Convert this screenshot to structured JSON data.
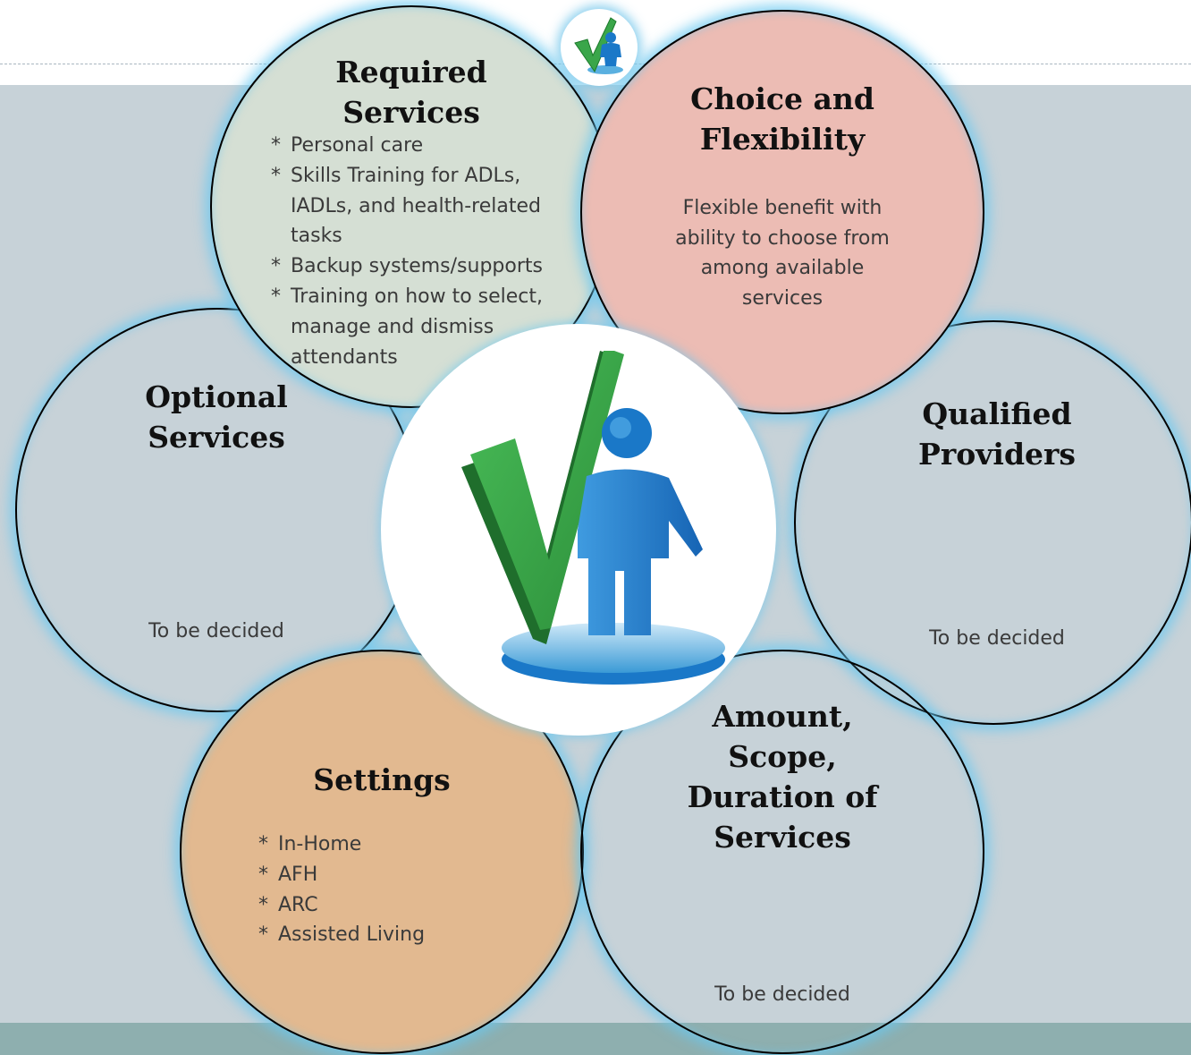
{
  "center_icon": "checkmark-person-icon",
  "small_icon": "checkmark-person-icon",
  "colors": {
    "panel": "#c7d2d8",
    "footer": "#8eafaf",
    "required": "#d5dfd4",
    "choice": "#ecbcb4",
    "settings": "#e2b990",
    "glow": "#69c8f0",
    "checkmark": "#3aa64a",
    "person": "#1a78c8"
  },
  "required": {
    "title": "Required\nServices",
    "items": [
      {
        "bullet": "*",
        "text": "Personal care"
      },
      {
        "bullet": "*",
        "text": "Skills Training for ADLs, IADLs, and health-related tasks"
      },
      {
        "bullet": "*",
        "text": "Backup systems/supports"
      },
      {
        "bullet": "*",
        "text": "Training on how to select, manage and dismiss attendants"
      }
    ]
  },
  "choice": {
    "title": "Choice and\nFlexibility",
    "text": "Flexible benefit with ability to choose from among available services"
  },
  "optional": {
    "title": "Optional\nServices",
    "text": "To be decided"
  },
  "qualified": {
    "title": "Qualified\nProviders",
    "text": "To be decided"
  },
  "settings": {
    "title": "Settings",
    "items": [
      {
        "bullet": "*",
        "text": "In-Home"
      },
      {
        "bullet": "*",
        "text": "AFH"
      },
      {
        "bullet": "*",
        "text": "ARC"
      },
      {
        "bullet": "*",
        "text": "Assisted Living"
      }
    ]
  },
  "amount": {
    "title": "Amount,\nScope,\nDuration of\nServices",
    "text": "To be decided"
  }
}
